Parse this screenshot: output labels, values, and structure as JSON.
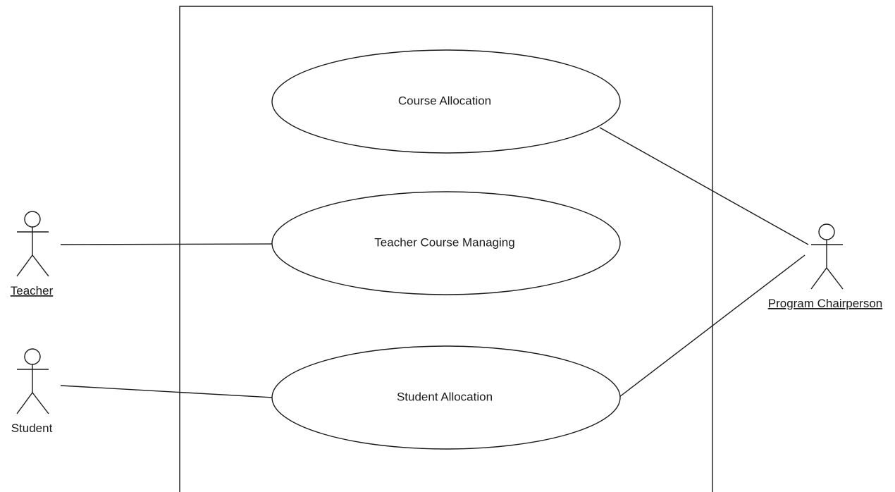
{
  "use_cases": {
    "course_allocation": "Course Allocation",
    "teacher_course_managing": "Teacher Course Managing",
    "student_allocation": "Student Allocation"
  },
  "actors": {
    "teacher": "Teacher",
    "student": "Student",
    "program_chairperson": "Program Chairperson"
  },
  "colors": {
    "line": "#1a1a1a",
    "background": "#ffffff"
  }
}
